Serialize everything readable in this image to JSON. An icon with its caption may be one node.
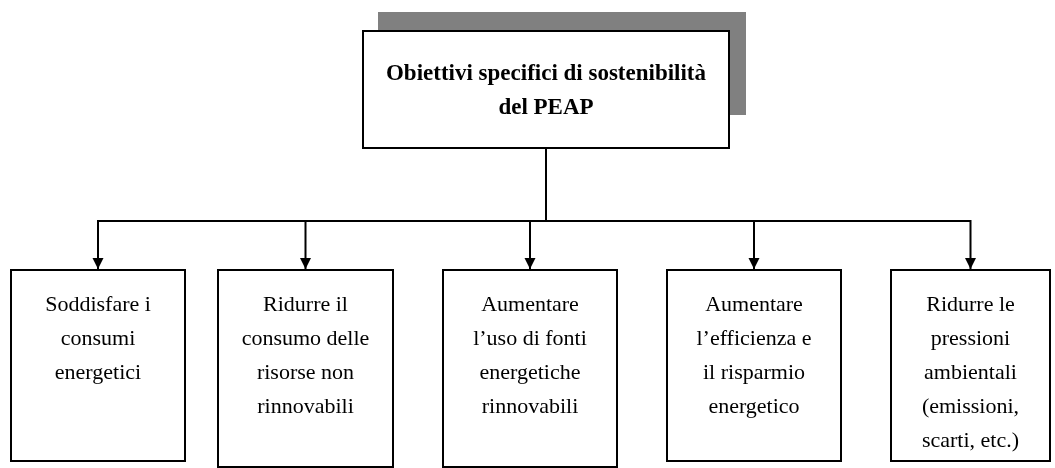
{
  "diagram": {
    "nodes": [
      {
        "text": [
          "Obiettivi specifici di sostenibilità del PEAP"
        ]
      },
      {
        "text": [
          "Soddisfare i consumi energetici"
        ]
      },
      {
        "text": [
          "Ridurre il consumo delle risorse non rinnovabili"
        ]
      },
      {
        "text": [
          "Aumentare l’uso di fonti energetiche rinnovabili"
        ]
      },
      {
        "text": [
          "Aumentare l’efficienza e il risparmio energetico"
        ]
      },
      {
        "text": [
          "Ridurre le pressioni ambientali (emissioni, scarti, etc.)"
        ]
      }
    ],
    "edges": [
      {
        "from": 0,
        "to": 1,
        "arrow": "to"
      },
      {
        "from": 0,
        "to": 2,
        "arrow": "to"
      },
      {
        "from": 0,
        "to": 3,
        "arrow": "to"
      },
      {
        "from": 0,
        "to": 4,
        "arrow": "to"
      },
      {
        "from": 0,
        "to": 5,
        "arrow": "to"
      }
    ]
  }
}
